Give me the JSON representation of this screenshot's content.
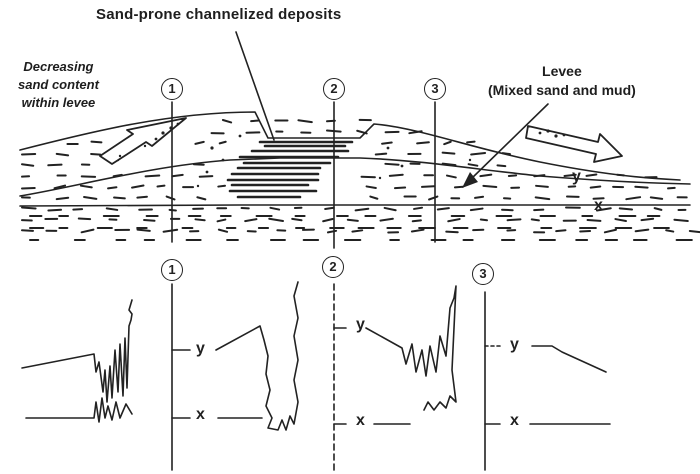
{
  "labels": {
    "top": "Sand-prone channelized deposits",
    "decreasing": [
      "Decreasing",
      "sand content",
      "within levee"
    ],
    "levee": [
      "Levee",
      "(Mixed sand and mud)"
    ]
  },
  "wells": [
    "1",
    "2",
    "3"
  ],
  "horizons": {
    "upper": "y",
    "lower": "x"
  },
  "colors": {
    "ink": "#1e1e1e",
    "background": "#ffffff"
  }
}
